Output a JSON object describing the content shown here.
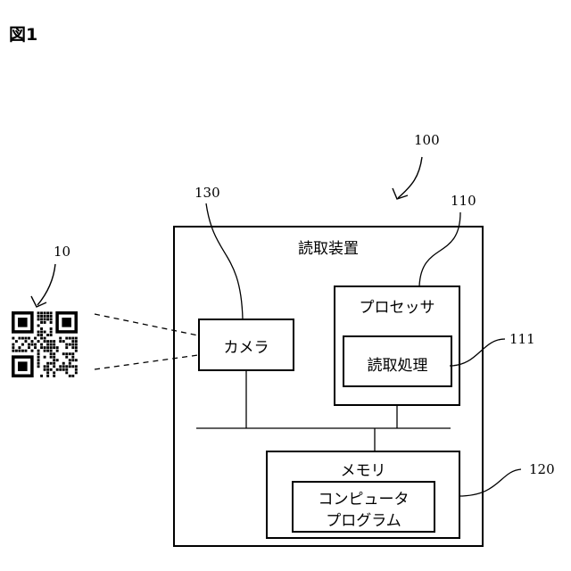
{
  "figure": {
    "title": "図1"
  },
  "refs": {
    "device": "100",
    "code": "10",
    "processor": "110",
    "reading_process": "111",
    "memory": "120",
    "camera": "130"
  },
  "labels": {
    "device": "読取装置",
    "camera": "カメラ",
    "processor": "プロセッサ",
    "reading_process": "読取処理",
    "memory": "メモリ",
    "program_line1": "コンピュータ",
    "program_line2": "プログラム"
  }
}
